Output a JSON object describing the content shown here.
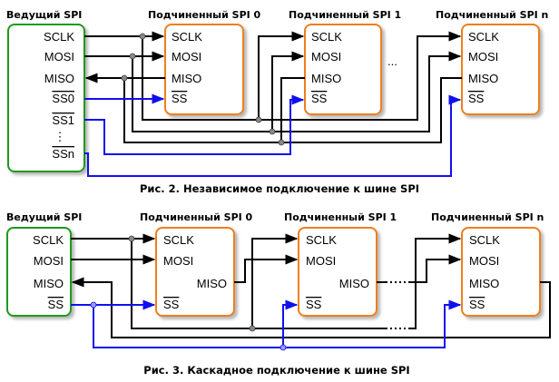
{
  "colors": {
    "master_border": "#1f9a1f",
    "slave_border": "#ef7f1a",
    "ss_line": "#1010ee",
    "wire": "#000000",
    "node": "#888888"
  },
  "fig2": {
    "caption": "Рис. 2. Независимое подключение к шине SPI",
    "master": {
      "title": "Ведущий SPI",
      "pins": [
        "SCLK",
        "MOSI",
        "MISO",
        "SS0",
        "SS1",
        "⋮",
        "SSn"
      ]
    },
    "slaves": [
      {
        "title": "Подчиненный SPI 0",
        "pins": [
          "SCLK",
          "MOSI",
          "MISO",
          "SS"
        ]
      },
      {
        "title": "Подчиненный SPI 1",
        "pins": [
          "SCLK",
          "MOSI",
          "MISO",
          "SS"
        ]
      },
      {
        "title": "Подчиненный SPI n",
        "pins": [
          "SCLK",
          "MOSI",
          "MISO",
          "SS"
        ]
      }
    ],
    "ellipsis": "..."
  },
  "fig3": {
    "caption": "Рис. 3. Каскадное подключение к шине SPI",
    "master": {
      "title": "Ведущий SPI",
      "pins": [
        "SCLK",
        "MOSI",
        "MISO",
        "SS"
      ]
    },
    "slaves": [
      {
        "title": "Подчиненный SPI 0",
        "pins": [
          "SCLK",
          "MOSI",
          "MISO",
          "SS"
        ]
      },
      {
        "title": "Подчиненный SPI 1",
        "pins": [
          "SCLK",
          "MOSI",
          "MISO",
          "SS"
        ]
      },
      {
        "title": "Подчиненный SPI n",
        "pins": [
          "SCLK",
          "MOSI",
          "MISO",
          "SS"
        ]
      }
    ]
  }
}
